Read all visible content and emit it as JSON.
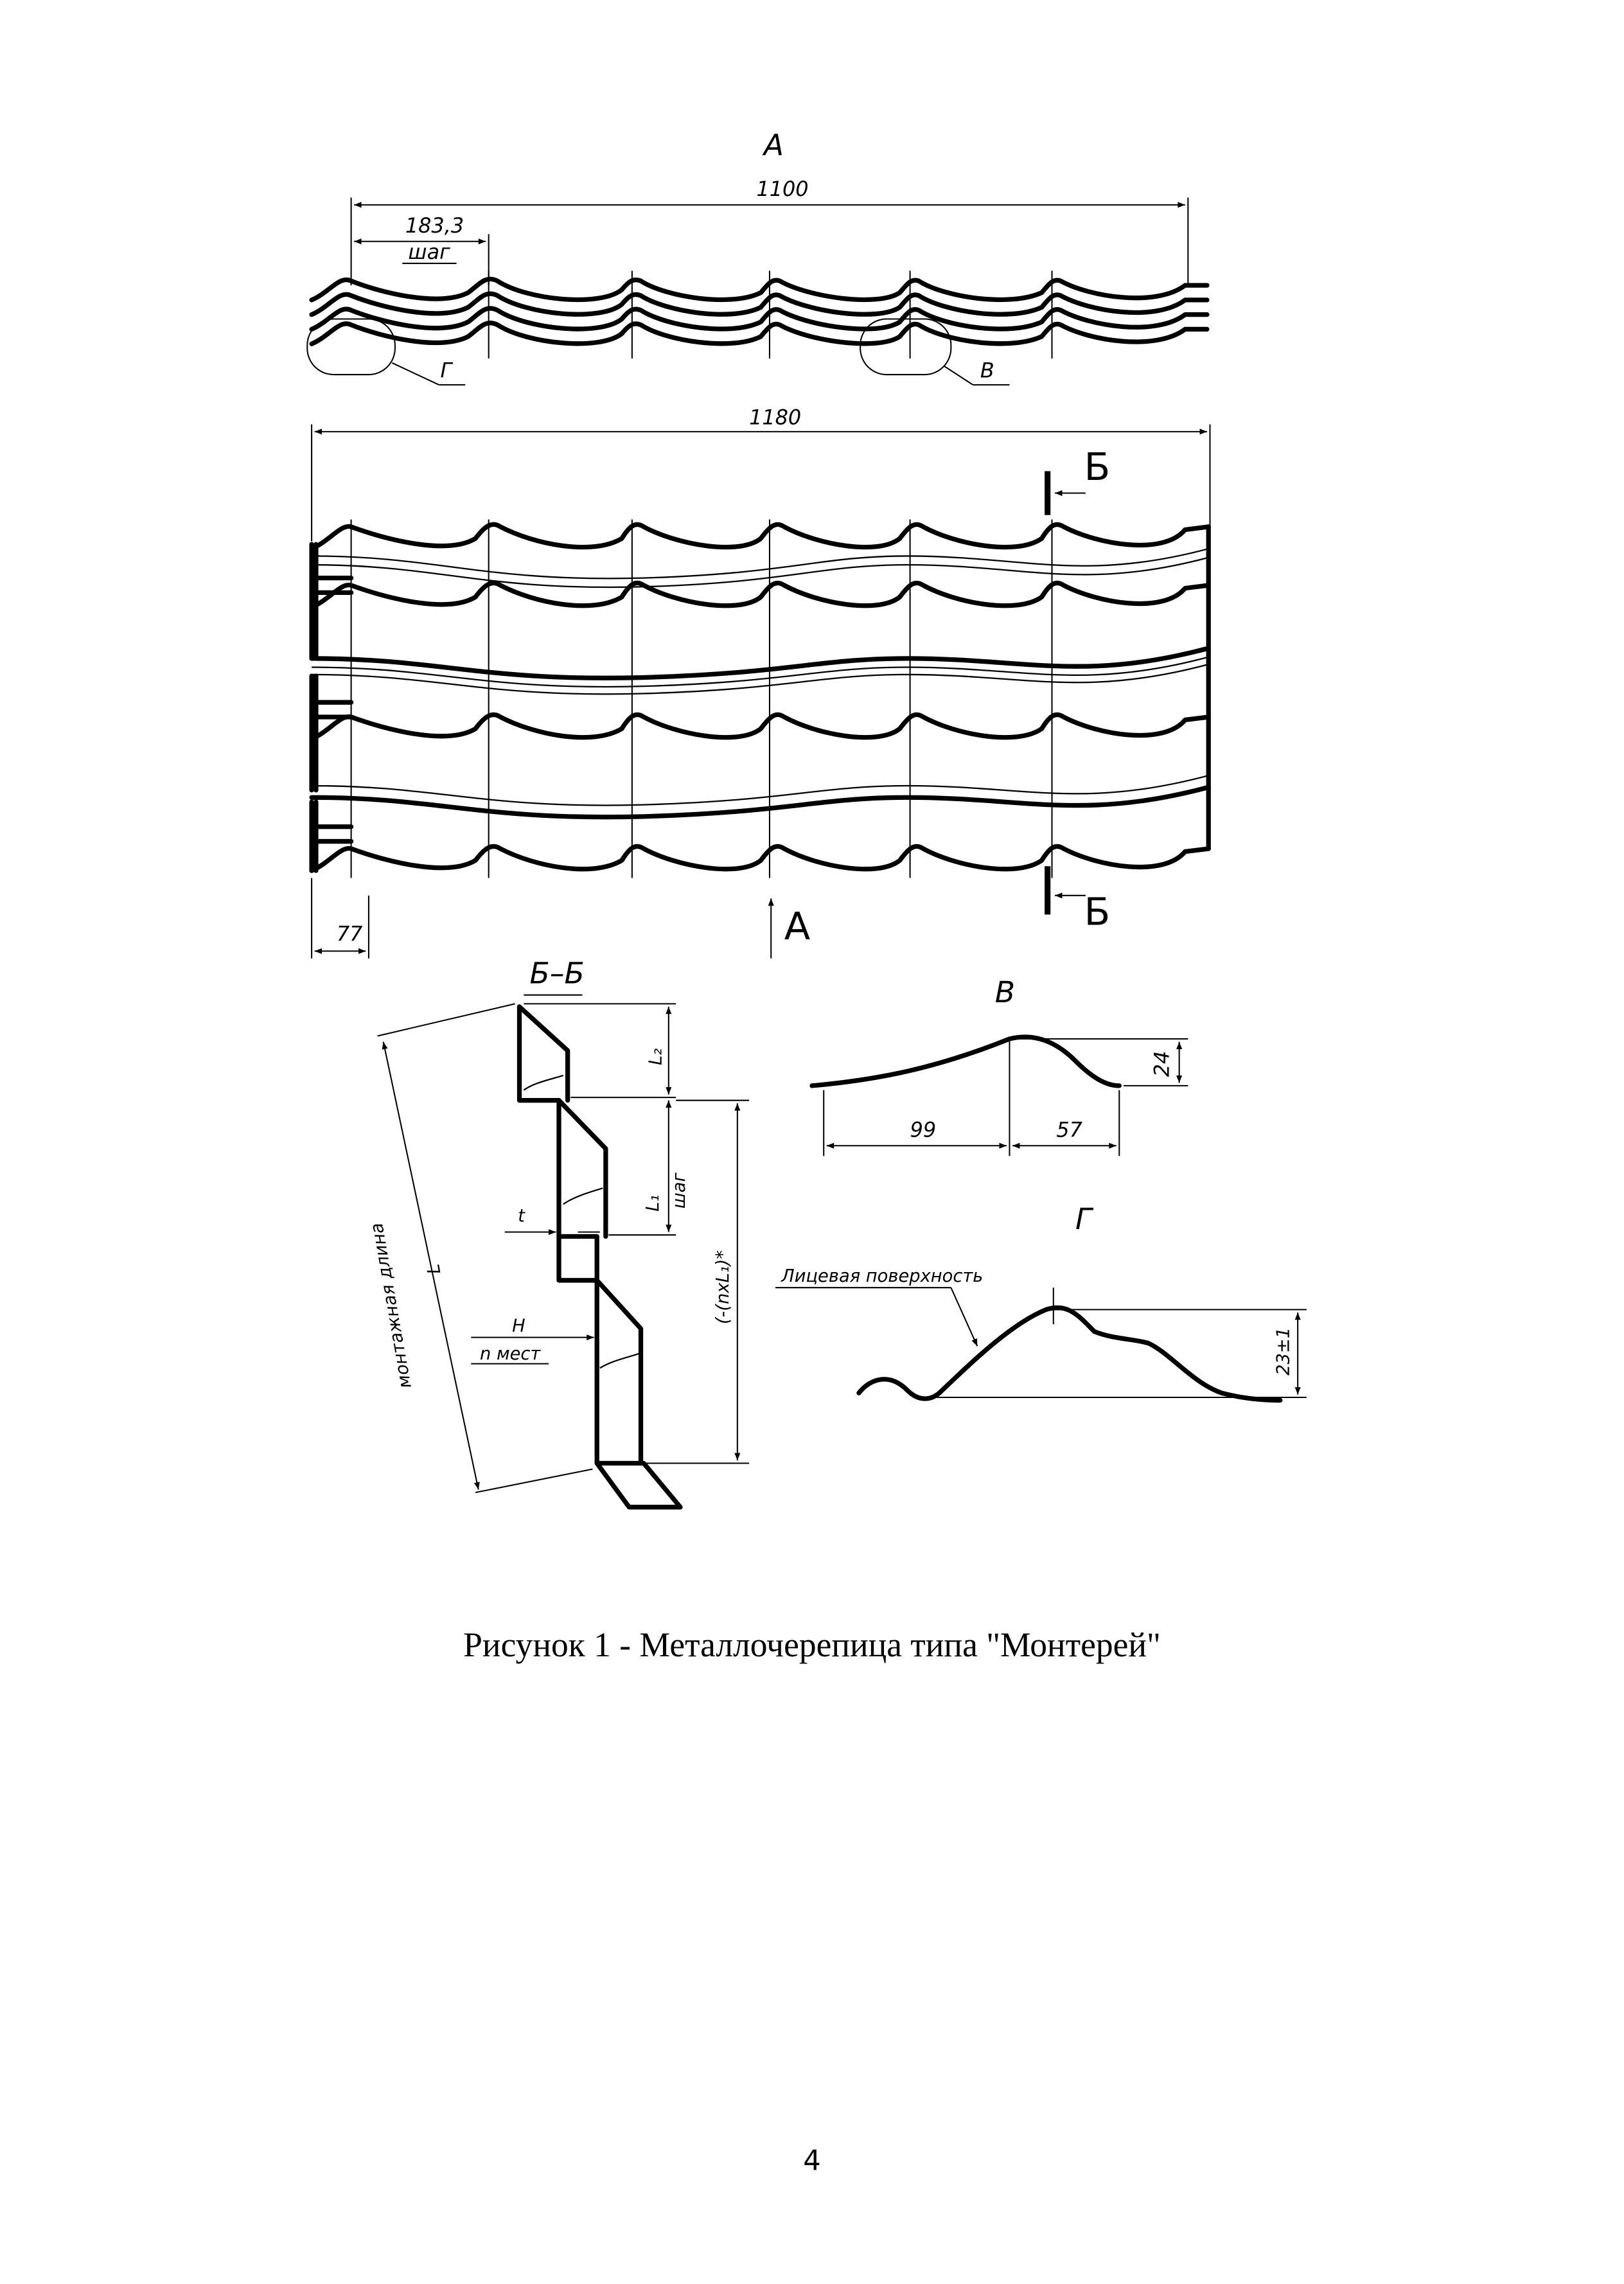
{
  "views": {
    "view_a": {
      "label": "А",
      "dim_width": "1100",
      "dim_pitch": "183,3",
      "pitch_word": "шаг",
      "callout_g": "Г",
      "callout_v": "В"
    },
    "main": {
      "dim_width": "1180",
      "dim_edge": "77",
      "arrow_a": "А",
      "cut_top": "Б",
      "cut_bottom": "Б"
    },
    "section_bb": {
      "title": "Б–Б",
      "l2": "L₂",
      "l1": "L₁",
      "pitch_word": "шаг",
      "formula": "(-(nxL₁)*",
      "t": "t",
      "h": "H",
      "n_places": "n мест",
      "mount_length": "монтажная длина",
      "l": "L"
    },
    "detail_v": {
      "title": "В",
      "d99": "99",
      "d57": "57",
      "d24": "24"
    },
    "detail_g": {
      "title": "Г",
      "face_label": "Лицевая поверхность",
      "height": "23±1"
    }
  },
  "caption": "Рисунок 1 -  Металлочерепица типа \"Монтерей\"",
  "page_number": "4"
}
